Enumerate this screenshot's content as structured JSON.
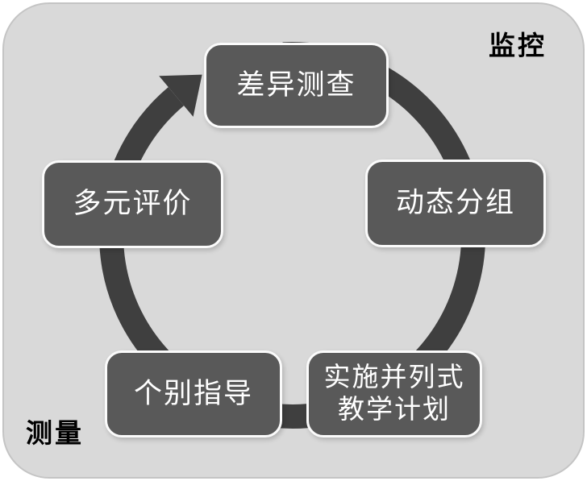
{
  "diagram": {
    "type": "cycle",
    "direction": "clockwise",
    "nodes": [
      {
        "id": "top",
        "label": "差异测查"
      },
      {
        "id": "right",
        "label": "动态分组"
      },
      {
        "id": "bottom-right",
        "label": "实施并列式\n教学计划"
      },
      {
        "id": "bottom-left",
        "label": "个别指导"
      },
      {
        "id": "left",
        "label": "多元评价"
      }
    ]
  },
  "corner_labels": {
    "top_right": "监控",
    "bottom_left": "测量"
  },
  "icons": {
    "arrowhead": "clockwise-arrow"
  },
  "colors": {
    "panel_background": "#d9d9d9",
    "ring_color": "#3f3f3f",
    "node_fill": "#595959",
    "node_border": "#fbfbfb",
    "node_text_color": "#ffffff",
    "corner_label_color": "#000000"
  }
}
